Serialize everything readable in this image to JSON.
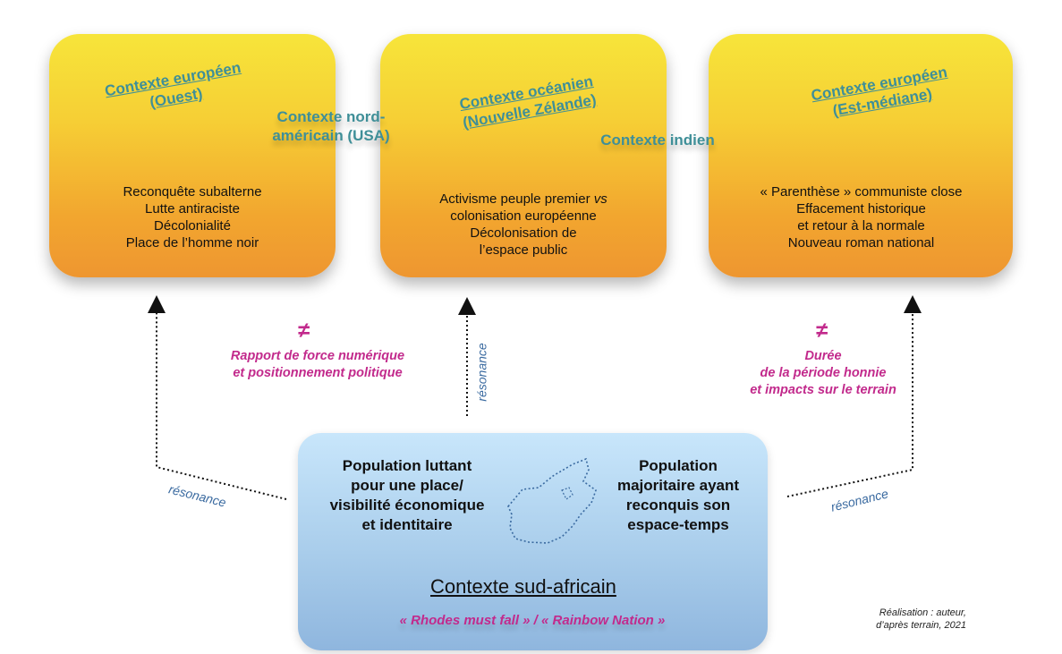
{
  "contexts": {
    "box1_title_line1": "Contexte européen",
    "box1_title_line2": "(Ouest)",
    "box2_title_line1": "Contexte océanien",
    "box2_title_line2": "(Nouvelle Zélande)",
    "box3_title_line1": "Contexte européen",
    "box3_title_line2": "(Est-médiane)",
    "north_american_line1": "Contexte nord-",
    "north_american_line2": "américain (USA)",
    "indian": "Contexte indien"
  },
  "box1_lines": [
    "Reconquête subalterne",
    "Lutte antiraciste",
    "Décolonialité",
    "Place de l’homme noir"
  ],
  "box2_lines": {
    "line1_prefix": "Activisme peuple premier ",
    "line1_vs": "vs",
    "line2": "colonisation européenne",
    "line3": "Décolonisation de",
    "line4": "l’espace public"
  },
  "box3_lines": [
    "« Parenthèse » communiste close",
    "Effacement historique",
    "et retour à la normale",
    "Nouveau roman national"
  ],
  "differences": {
    "symbol": "≠",
    "left_line1": "Rapport de force numérique",
    "left_line2": "et positionnement politique",
    "right_line1": "Durée",
    "right_line2": "de la période honnie",
    "right_line3": "et impacts sur le terrain"
  },
  "resonance_label": "résonance",
  "south_africa": {
    "left_lines": [
      "Population luttant",
      "pour une place/",
      "visibilité économique",
      "et identitaire"
    ],
    "right_lines": [
      "Population",
      "majoritaire ayant",
      "reconquis son",
      "espace-temps"
    ],
    "title": "Contexte sud-africain",
    "slogans": "« Rhodes must fall » / « Rainbow Nation »"
  },
  "credit": {
    "line1": "Réalisation : auteur,",
    "line2": "d’après terrain, 2021"
  },
  "colors": {
    "context_teal": "#3f8f98",
    "difference_pink": "#c22a8c",
    "resonance_blue": "#3a6aa0"
  }
}
